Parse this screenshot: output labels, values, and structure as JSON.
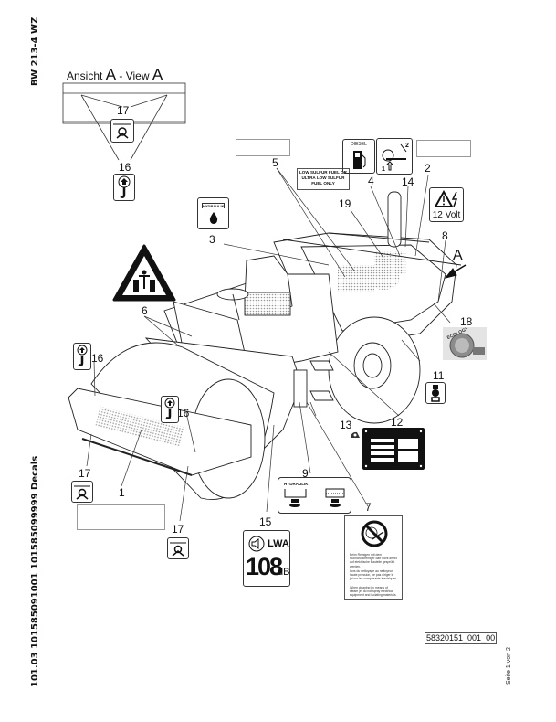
{
  "document": {
    "model_label": "BW 213-4 WZ",
    "footer_label": "101.03 101585091001 101585099999 Decals",
    "drawing_number": "58320151_001_00",
    "page_note": "Seite 1 von 2"
  },
  "view": {
    "prefix": "Ansicht ",
    "letter_1": "A",
    "separator": " - View ",
    "letter_2": "A"
  },
  "callouts": {
    "n1": "1",
    "n2": "2",
    "n3": "3",
    "n4": "4",
    "n5": "5",
    "n6": "6",
    "n7": "7",
    "n8": "8",
    "n9": "9",
    "n11": "11",
    "n12": "12",
    "n13": "13",
    "n14": "14",
    "n15": "15",
    "n16": "16",
    "n17": "17",
    "n18": "18",
    "n19": "19",
    "view_arrow": "A"
  },
  "decals": {
    "diesel": "DIESEL",
    "fuel_note": [
      "LOW SULFUR FUEL OR",
      "ULTRA LOW SULFUR",
      "FUEL ONLY"
    ],
    "hydraulik": "HYDRAULIK",
    "voltage": "12 Volt",
    "sound_label": "LWA",
    "sound_value": "108",
    "sound_unit": "dB",
    "ecology": "ECOLOGY",
    "hood_steps": [
      "1",
      "2"
    ],
    "cleaning_notice": [
      "Beim Reinigen mit dem Hochdruckreiniger darf nicht direkt auf elektrische Bauteile gesprüht werden.",
      "Lors du nettoyage au nettoyeur haute pression, ne pas diriger le jet sur les composants électriques.",
      "When cleaning by means of steam jet do not spray electrical equipment and isolating materials."
    ]
  },
  "colors": {
    "ink": "#111111",
    "hatch": "#b8b8b8",
    "blank_border": "#999999"
  }
}
